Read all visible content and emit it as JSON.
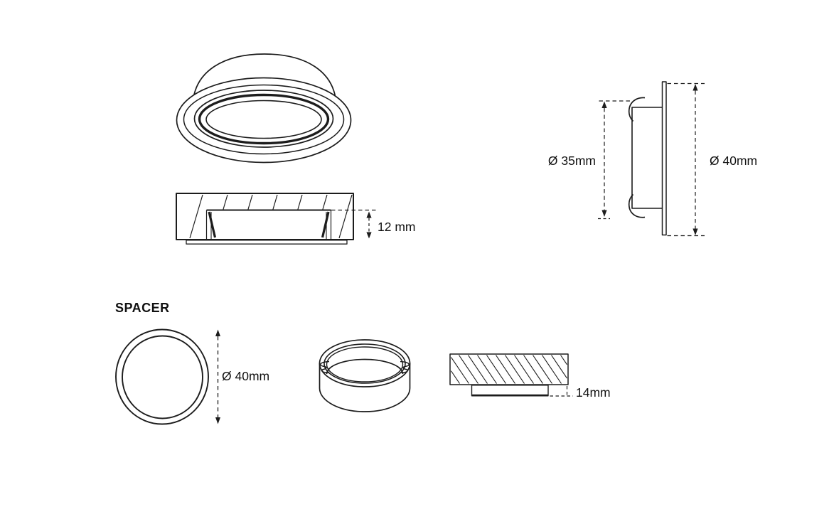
{
  "drawing": {
    "spacer_title": "SPACER",
    "dimensions": {
      "recess_depth": "12 mm",
      "body_diameter": "Ø 35mm",
      "flange_diameter": "Ø 40mm",
      "spacer_diameter": "Ø 40mm",
      "spacer_height": "14mm"
    }
  }
}
